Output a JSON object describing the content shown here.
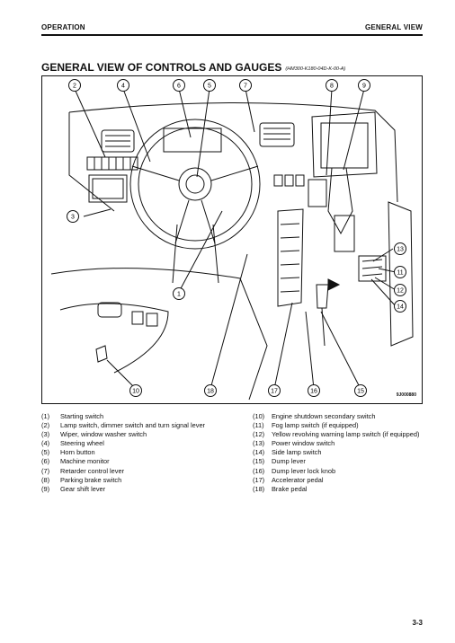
{
  "header": {
    "left": "OPERATION",
    "right": "GENERAL VIEW"
  },
  "title": "GENERAL VIEW OF CONTROLS AND GAUGES",
  "title_ref": "(HM300-K180-04D-K-00-A)",
  "figure_id": "9J000880",
  "callouts": [
    "2",
    "4",
    "6",
    "5",
    "7",
    "8",
    "9",
    "3",
    "1",
    "13",
    "11",
    "12",
    "14",
    "10",
    "18",
    "17",
    "16",
    "15"
  ],
  "legend_left": [
    {
      "n": "(1)",
      "t": "Starting switch"
    },
    {
      "n": "(2)",
      "t": "Lamp switch, dimmer switch and turn signal lever"
    },
    {
      "n": "(3)",
      "t": "Wiper, window washer switch"
    },
    {
      "n": "(4)",
      "t": "Steering wheel"
    },
    {
      "n": "(5)",
      "t": "Horn button"
    },
    {
      "n": "(6)",
      "t": "Machine monitor"
    },
    {
      "n": "(7)",
      "t": "Retarder control lever"
    },
    {
      "n": "(8)",
      "t": "Parking brake switch"
    },
    {
      "n": "(9)",
      "t": "Gear shift lever"
    }
  ],
  "legend_right": [
    {
      "n": "(10)",
      "t": "Engine shutdown secondary switch"
    },
    {
      "n": "(11)",
      "t": "Fog lamp switch (if equipped)"
    },
    {
      "n": "(12)",
      "t": "Yellow revolving warning lamp switch (if equipped)"
    },
    {
      "n": "(13)",
      "t": "Power window switch"
    },
    {
      "n": "(14)",
      "t": "Side lamp switch"
    },
    {
      "n": "(15)",
      "t": "Dump lever"
    },
    {
      "n": "(16)",
      "t": "Dump lever lock knob"
    },
    {
      "n": "(17)",
      "t": "Accelerator pedal"
    },
    {
      "n": "(18)",
      "t": "Brake pedal"
    }
  ],
  "page_number": "3-3"
}
